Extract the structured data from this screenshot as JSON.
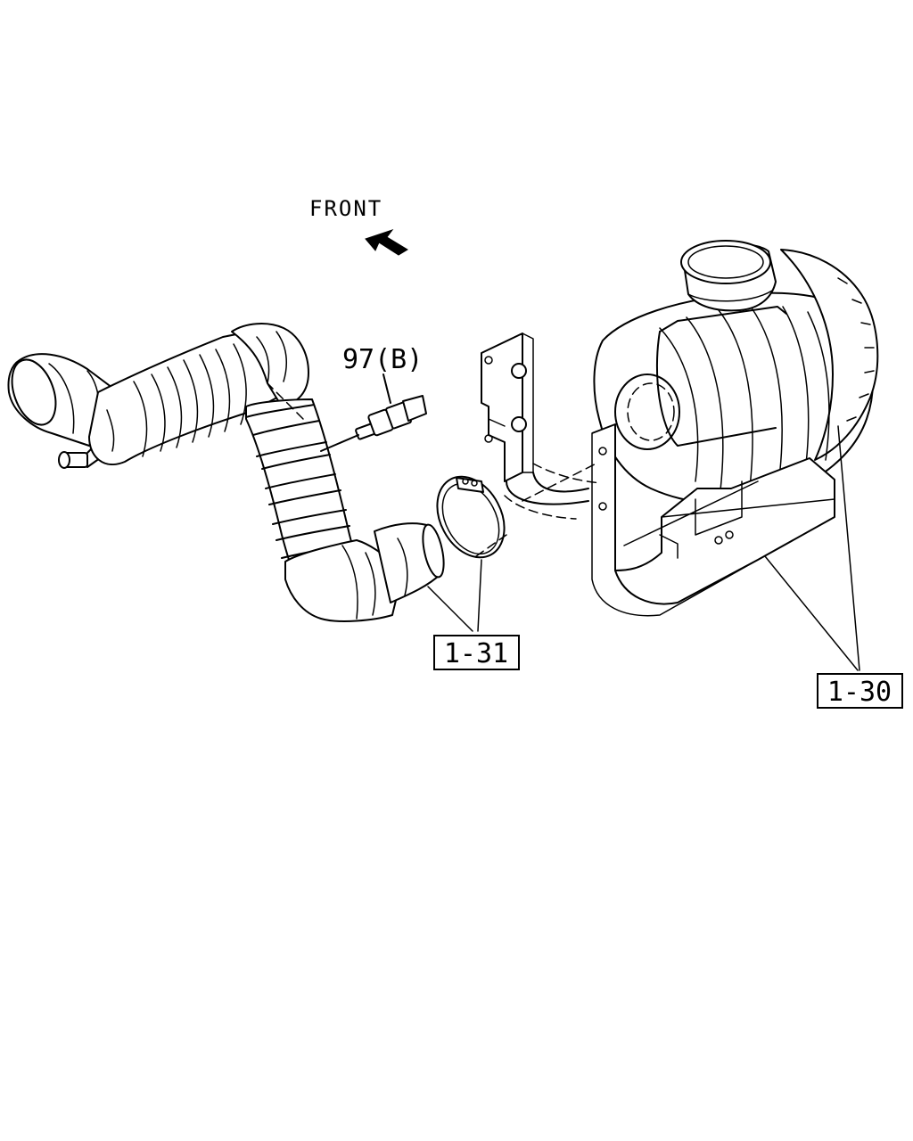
{
  "diagram": {
    "direction_label": "FRONT",
    "callouts": [
      {
        "id": "callout-97b",
        "text": "97(B)",
        "boxed": false
      },
      {
        "id": "callout-1-31",
        "text": "1-31",
        "boxed": true
      },
      {
        "id": "callout-1-30",
        "text": "1-30",
        "boxed": true
      }
    ],
    "colors": {
      "line": "#000000",
      "background": "#ffffff"
    }
  }
}
